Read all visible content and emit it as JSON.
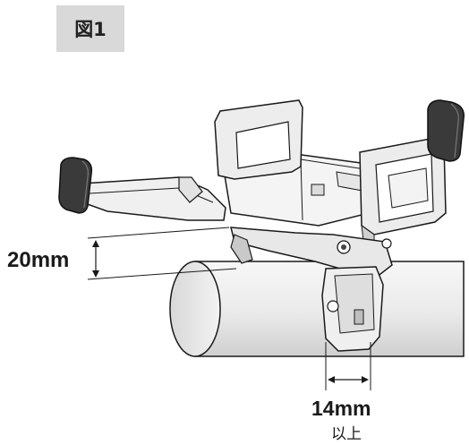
{
  "figure": {
    "label": "図1"
  },
  "dimensions": {
    "height_label": "20mm",
    "width_label": "14mm",
    "width_qualifier": "以上"
  },
  "colors": {
    "label_bg": "#d9d9d9",
    "line": "#1a1a1a",
    "pipe_fill": "#eeeeee",
    "rubber_dark": "#3a3a3a",
    "body_light": "#f2f2f2"
  }
}
